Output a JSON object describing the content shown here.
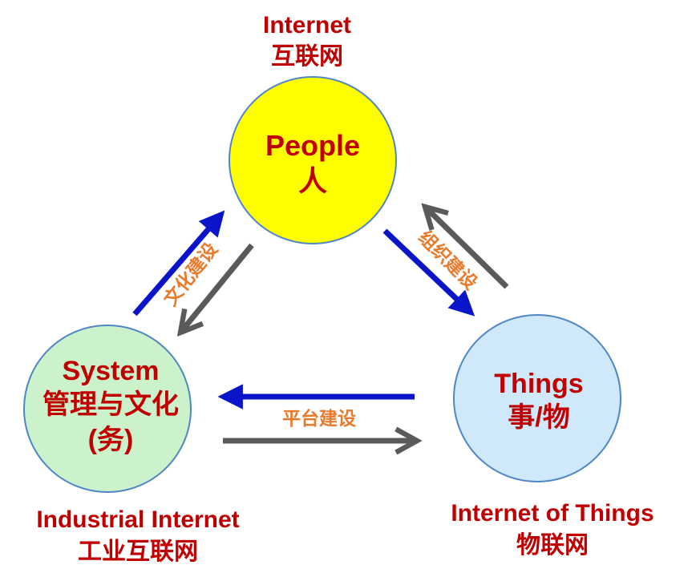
{
  "top": {
    "heading_en": "Internet",
    "heading_zh": "互联网",
    "circle_en": "People",
    "circle_zh": "人"
  },
  "left": {
    "circle_en": "System",
    "circle_zh": "管理与文化",
    "circle_zh2": "(务)",
    "heading_en": "Industrial Internet",
    "heading_zh": "工业互联网"
  },
  "right": {
    "circle_en": "Things",
    "circle_zh": "事/物",
    "heading_en": "Internet of Things",
    "heading_zh": "物联网"
  },
  "edges": {
    "left_label": "文化建设",
    "right_label": "组织建设",
    "bottom_label": "平台建设"
  },
  "colors": {
    "people_fill": "#ffff00",
    "system_fill": "#ccf2cc",
    "things_fill": "#cfe9fb",
    "circle_stroke": "#4f86c6",
    "label_red": "#c00000",
    "label_orange": "#e87a2c",
    "arrow_blue": "#0a14c8",
    "arrow_gray": "#5a5a5a"
  }
}
